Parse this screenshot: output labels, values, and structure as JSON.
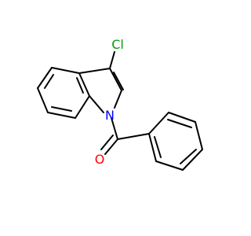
{
  "molecule": {
    "atoms": {
      "chlorine": {
        "symbol": "Cl",
        "color": "#00a000"
      },
      "nitrogen": {
        "symbol": "N",
        "color": "#0000ff"
      },
      "oxygen": {
        "symbol": "O",
        "color": "#ff0000"
      }
    },
    "bond_color": "#000000",
    "background": "#ffffff"
  }
}
